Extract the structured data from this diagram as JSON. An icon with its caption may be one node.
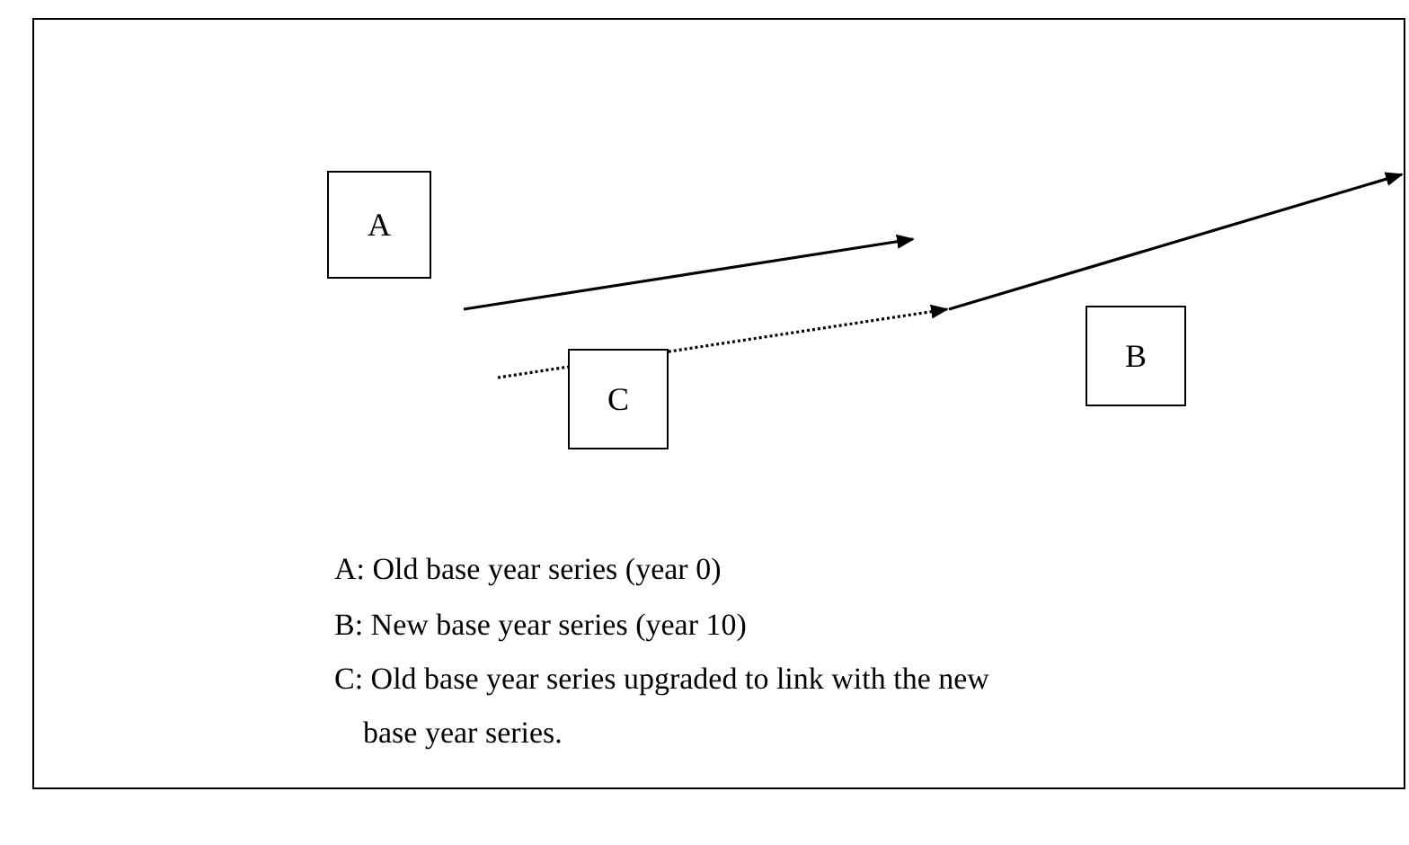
{
  "diagram": {
    "nodes": [
      {
        "text": [
          "A"
        ]
      },
      {
        "text": [
          "C"
        ]
      },
      {
        "text": [
          "B"
        ]
      }
    ],
    "labels": [
      "A: Old base year series (year 0)",
      "B: New base year series (year 10)",
      "C: Old base year series upgraded to link with the new base year series."
    ]
  }
}
